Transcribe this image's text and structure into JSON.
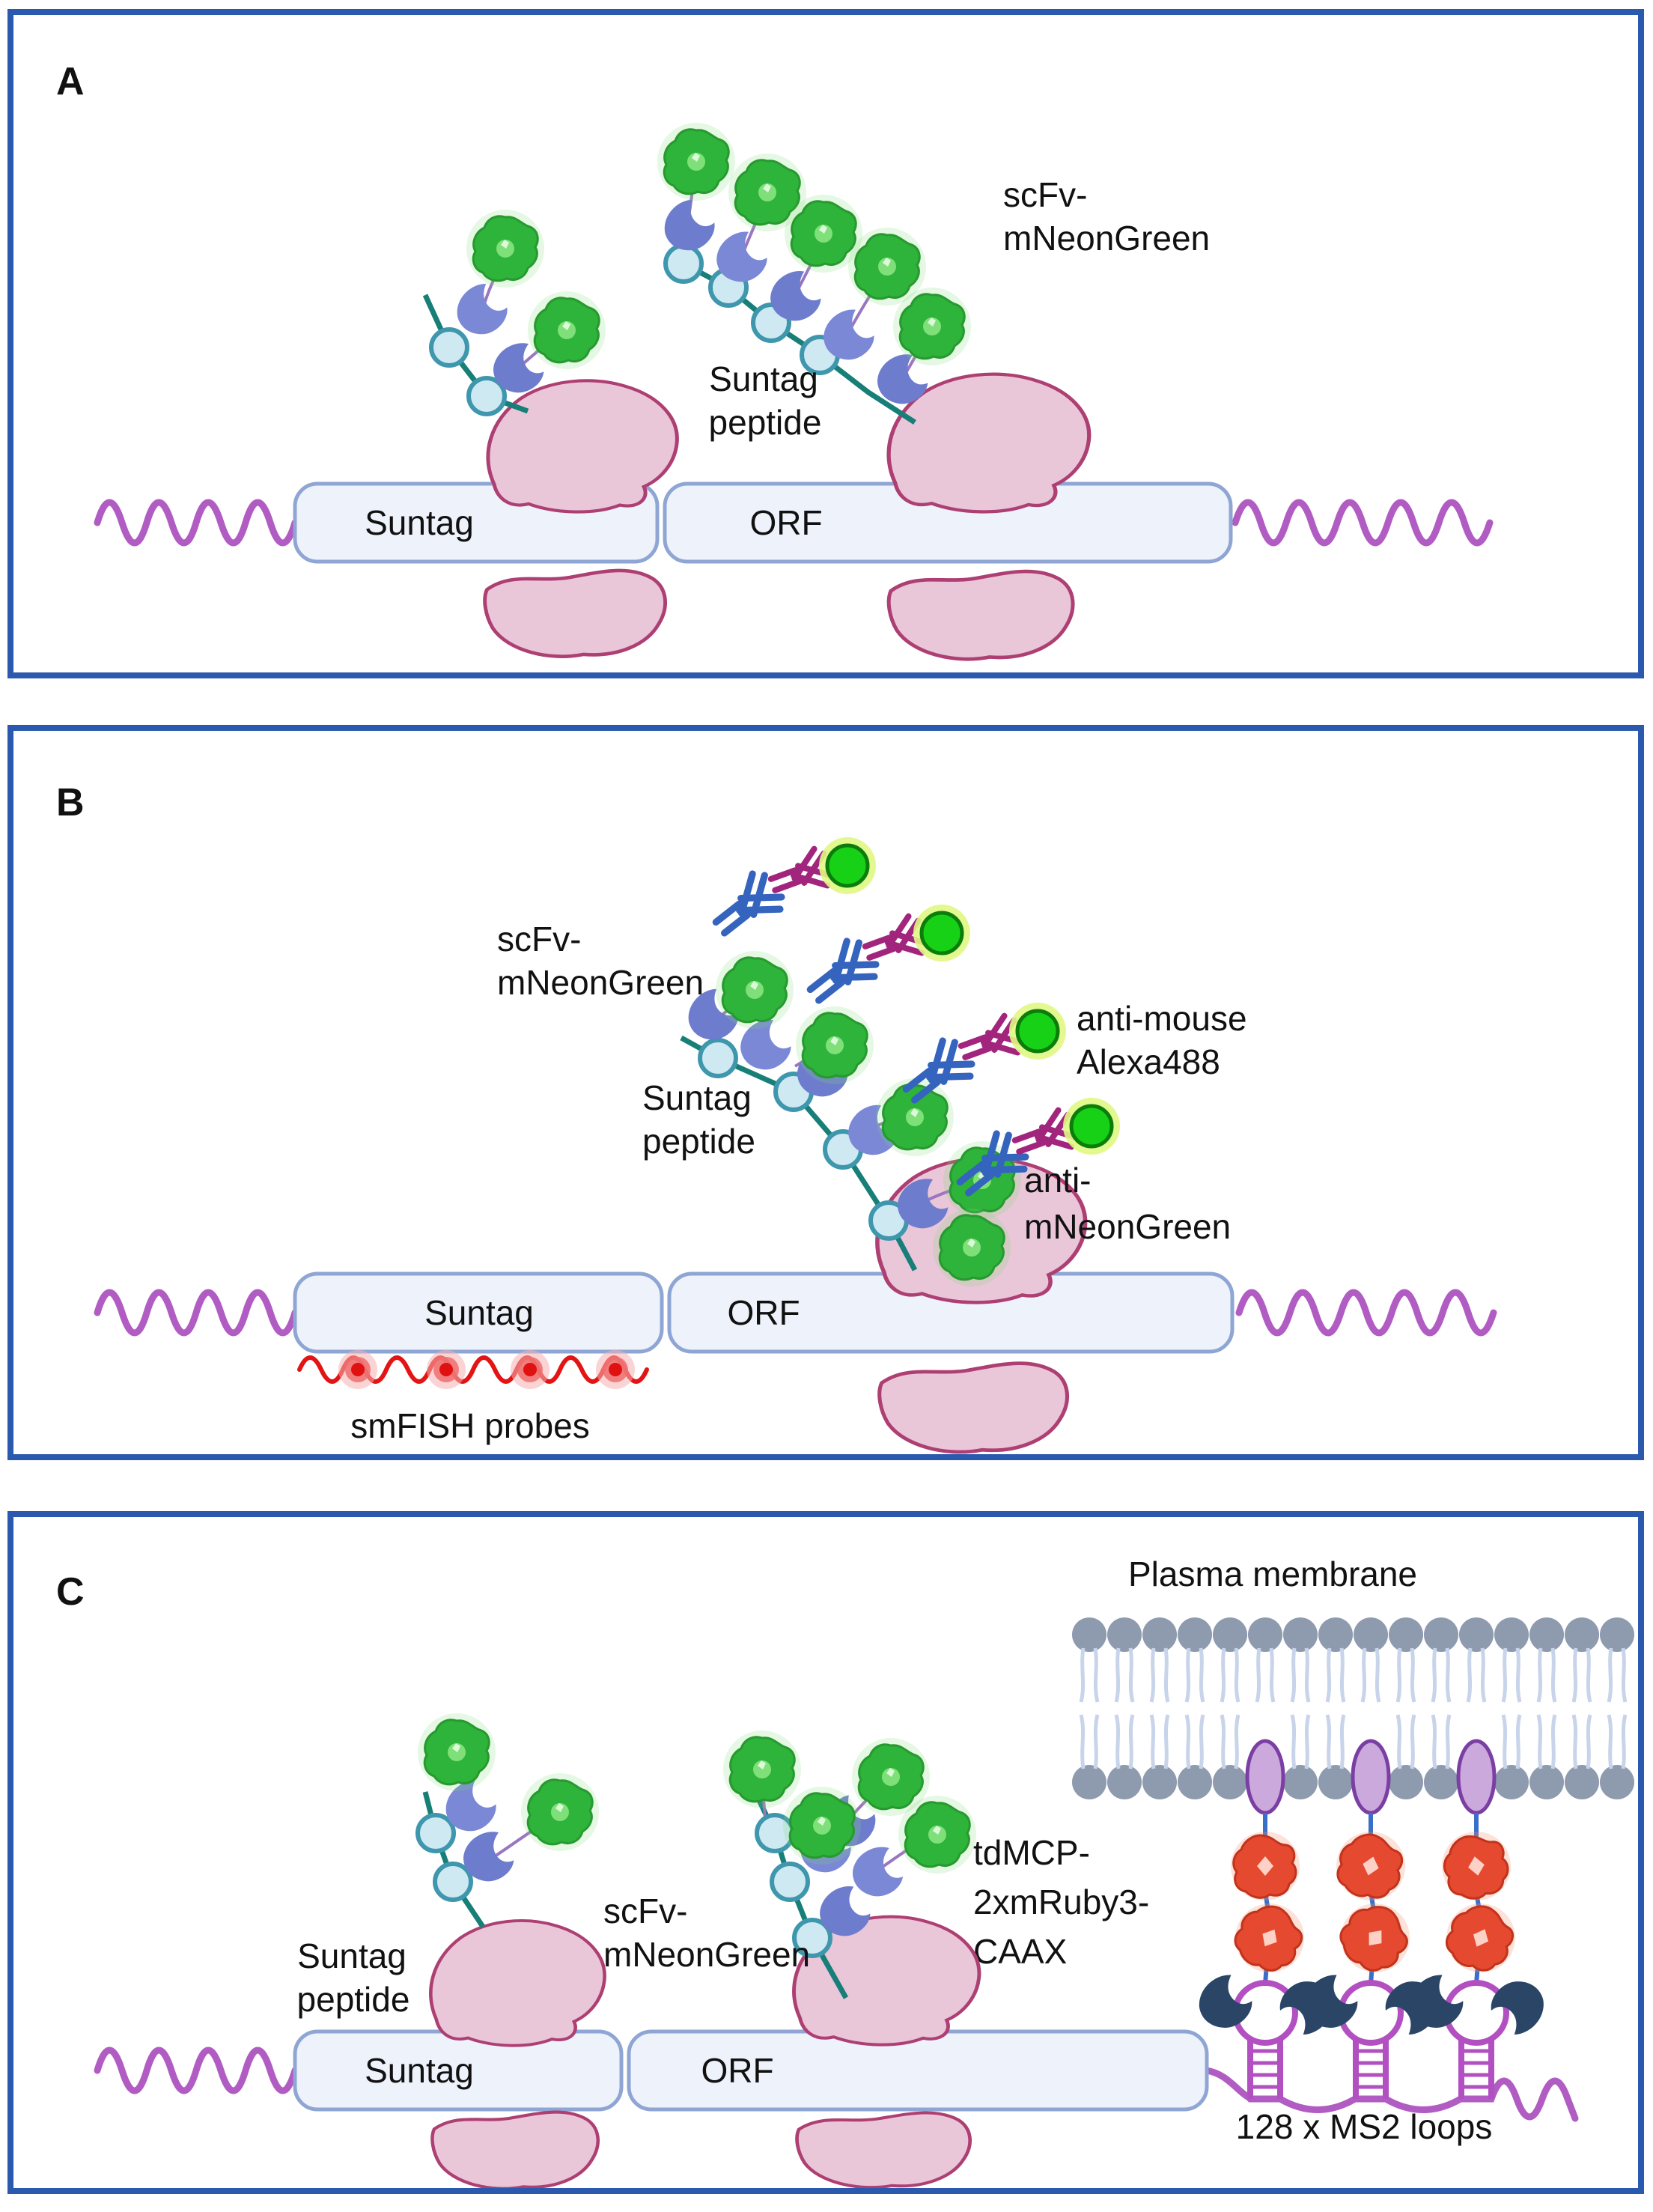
{
  "figure": {
    "description": "Three-panel schematic of SunTag mRNA translation imaging",
    "panels": [
      {
        "letter": "A",
        "suntag_box": "Suntag",
        "orf_box": "ORF",
        "scfv_label": [
          "scFv-",
          "mNeonGreen"
        ],
        "suntag_peptide_label": [
          "Suntag",
          "peptide"
        ]
      },
      {
        "letter": "B",
        "suntag_box": "Suntag",
        "orf_box": "ORF",
        "scfv_label": [
          "scFv-",
          "mNeonGreen"
        ],
        "suntag_peptide_label": [
          "Suntag",
          "peptide"
        ],
        "anti_mouse_label": [
          "anti-mouse",
          "Alexa488"
        ],
        "anti_mneongreen_label": [
          "anti-",
          "mNeonGreen"
        ],
        "smfish_label": "smFISH probes"
      },
      {
        "letter": "C",
        "plasma_membrane_label": "Plasma membrane",
        "suntag_box": "Suntag",
        "orf_box": "ORF",
        "scfv_label": [
          "scFv-",
          "mNeonGreen"
        ],
        "suntag_peptide_label": [
          "Suntag",
          "peptide"
        ],
        "tdmcp_label": [
          "tdMCP-",
          "2xmRuby3-",
          "CAAX"
        ],
        "ms2_label": "128 x MS2 loops"
      }
    ],
    "colors": {
      "panel_border": "#2b59ad",
      "mrna": "#b15cc3",
      "box_fill": "#edf2fb",
      "box_stroke": "#8fa6d4",
      "ribosome_fill": "#eac6d9",
      "ribosome_stroke": "#ad3f72",
      "peptide_line": "#177f78",
      "peptide_bead": "#cfe9f2",
      "scfv": "#6d7ccc",
      "mneongreen": "#2eb33b",
      "antibody_blue": "#3464bd",
      "antibody_magenta": "#a2257d",
      "alexa488": "#17d117",
      "smfish_red": "#e31414",
      "lipid_head": "#8e9aae",
      "lipid_tail": "#c8d4ea",
      "caax_anchor": "#cba9dc",
      "mruby3": "#e5492f",
      "mcp": "#2b4566",
      "ms2_loop": "#b250c2"
    }
  }
}
